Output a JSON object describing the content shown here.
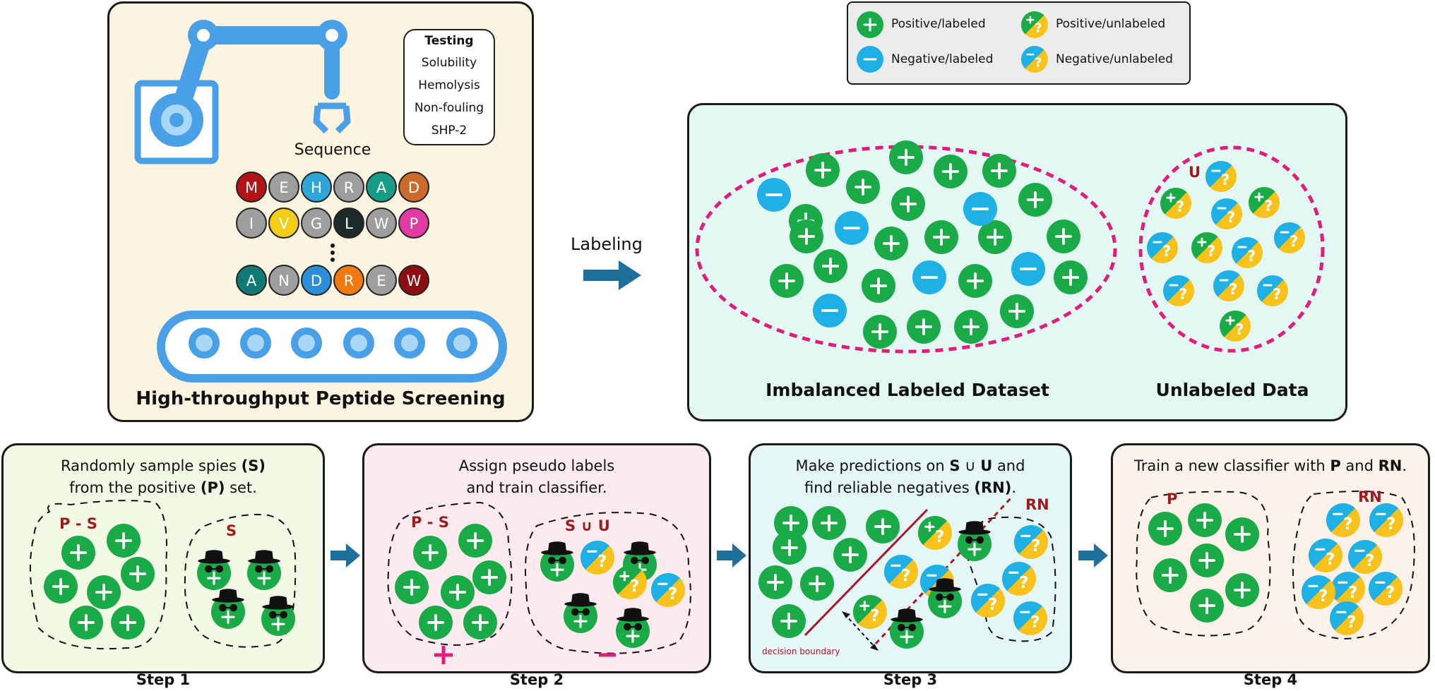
{
  "screening": {
    "title": "High-throughput Peptide Screening",
    "testing_title": "Testing",
    "tests": [
      "Solubility",
      "Hemolysis",
      "Non-fouling",
      "SHP-2"
    ],
    "sequence_label": "Sequence",
    "seq_rows": [
      [
        {
          "l": "M",
          "c": "#b31217"
        },
        {
          "l": "E",
          "c": "#9e9e9e"
        },
        {
          "l": "H",
          "c": "#2ea7d6"
        },
        {
          "l": "R",
          "c": "#9e9e9e"
        },
        {
          "l": "A",
          "c": "#179c87"
        },
        {
          "l": "D",
          "c": "#cc6b2c"
        }
      ],
      [
        {
          "l": "I",
          "c": "#9e9e9e"
        },
        {
          "l": "V",
          "c": "#f2cd1a"
        },
        {
          "l": "G",
          "c": "#9e9e9e"
        },
        {
          "l": "L",
          "c": "#1d2b2a"
        },
        {
          "l": "W",
          "c": "#9e9e9e"
        },
        {
          "l": "P",
          "c": "#e23aa3"
        }
      ],
      [
        {
          "l": "A",
          "c": "#117a74"
        },
        {
          "l": "N",
          "c": "#9e9e9e"
        },
        {
          "l": "D",
          "c": "#2b8ed6"
        },
        {
          "l": "R",
          "c": "#f07a10"
        },
        {
          "l": "E",
          "c": "#9e9e9e"
        },
        {
          "l": "W",
          "c": "#8c0d12"
        }
      ]
    ]
  },
  "labeling_label": "Labeling",
  "legend": {
    "pos_labeled": "Positive/labeled",
    "neg_labeled": "Negative/labeled",
    "pos_unlabeled": "Positive/unlabeled",
    "neg_unlabeled": "Negative/unlabeled"
  },
  "dataset": {
    "labeled_title": "Imbalanced Labeled Dataset",
    "unlabeled_title": "Unlabeled Data",
    "u_tag": "U"
  },
  "steps": [
    {
      "label": "Step 1",
      "line1": "Randomly sample spies ",
      "line1_b": "(S)",
      "line2": "from the positive ",
      "line2_b": "(P)",
      "line2_end": " set.",
      "tag_a": "P - S",
      "tag_b": "S"
    },
    {
      "label": "Step 2",
      "line1": "Assign pseudo labels",
      "line2": "and train classifier.",
      "tag_a": "P - S",
      "tag_b": "S ∪ U",
      "plus": "+",
      "minus": "−"
    },
    {
      "label": "Step 3",
      "line1_a": "Make predictions on ",
      "line1_b": "S",
      "line1_c": " ∪ ",
      "line1_d": "U",
      "line1_e": " and",
      "line2": "find reliable negatives ",
      "line2_b": "(RN)",
      "line2_end": ".",
      "tag_rn": "RN",
      "boundary": "decision boundary"
    },
    {
      "label": "Step 4",
      "line1": "Train a new classifier with ",
      "line1_b": "P",
      "line1_c": " and ",
      "line1_d": "RN",
      "line1_e": ".",
      "tag_p": "P",
      "tag_rn": "RN"
    }
  ],
  "colors": {
    "green": "#1aaa48",
    "blue": "#1fb0e6",
    "yellow": "#f6c21b",
    "magenta": "#e01d7a",
    "panel_top_left": "#fdf3e1",
    "panel_top_right": "#e3f7f3",
    "step1": "#f2f9e4",
    "step2": "#fbeaee",
    "step3": "#e4f6f6",
    "step4": "#fcf2ea",
    "robot": "#4aa0e6",
    "arrow": "#1f6f9b",
    "dark_red": "#9c1b1f"
  }
}
